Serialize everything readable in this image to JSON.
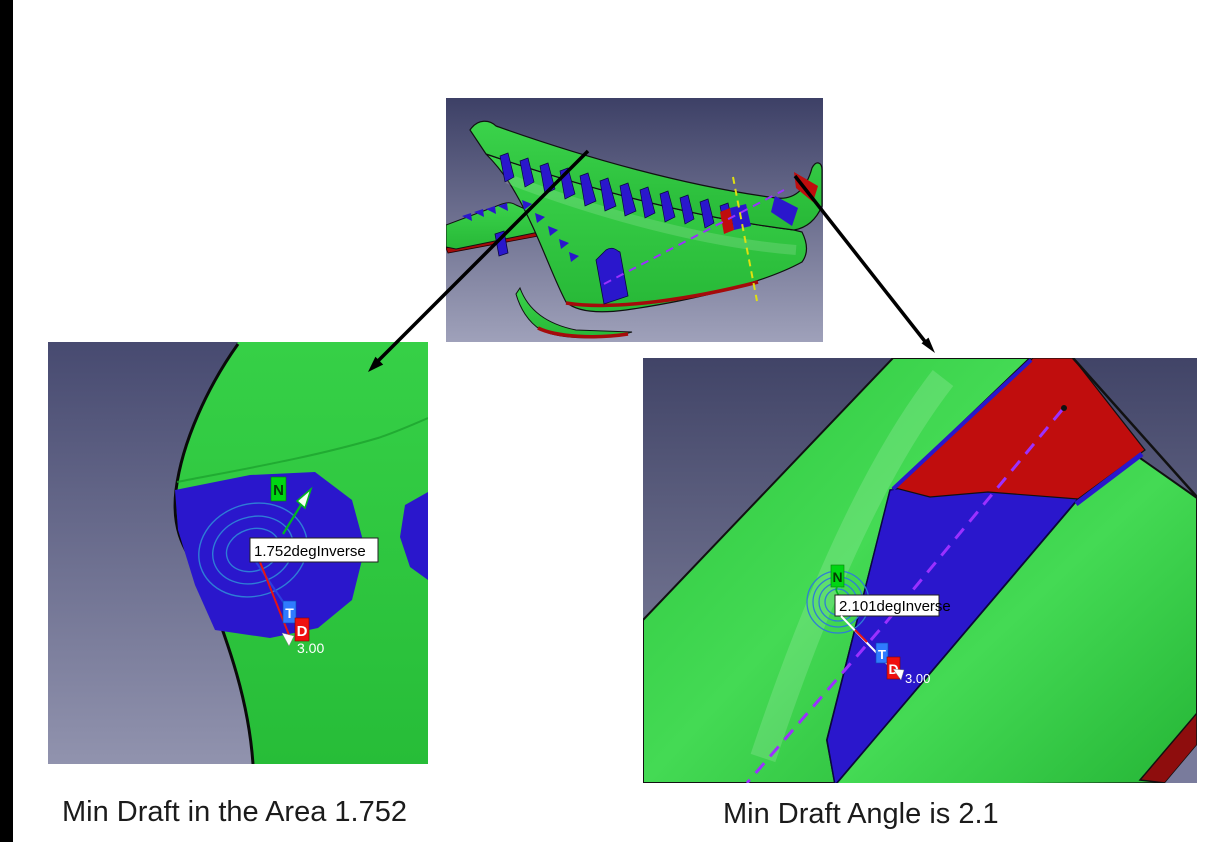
{
  "captions": {
    "left": "Min Draft in the Area 1.752",
    "right": "Min Draft Angle is 2.1"
  },
  "views": {
    "left": {
      "draft_label": "1.752degInverse",
      "pull_value": "3.00",
      "normal_badge": "N",
      "tool_badge": "T",
      "direction_badge": "D"
    },
    "right": {
      "draft_label": "2.101degInverse",
      "pull_value": "3.00",
      "normal_badge": "N",
      "tool_badge": "T",
      "direction_badge": "D"
    }
  },
  "colors": {
    "positive_draft_green": "#2ec840",
    "negative_draft_blue": "#2a17cc",
    "no_draft_red": "#c00d0d",
    "dark_red_edge": "#8e0d0d",
    "background_gradient_top": "#3d4066",
    "background_gradient_bottom": "#9fa1ba",
    "callout_arrow_black": "#000000",
    "dashed_line_purple": "#9b30ff",
    "dashed_line_yellow": "#e0e010",
    "contour_circle_blue": "#2e7dd6",
    "normal_badge_green": "#00d613",
    "tool_badge_blue": "#2f7bff",
    "direction_badge_red": "#ef1010"
  }
}
